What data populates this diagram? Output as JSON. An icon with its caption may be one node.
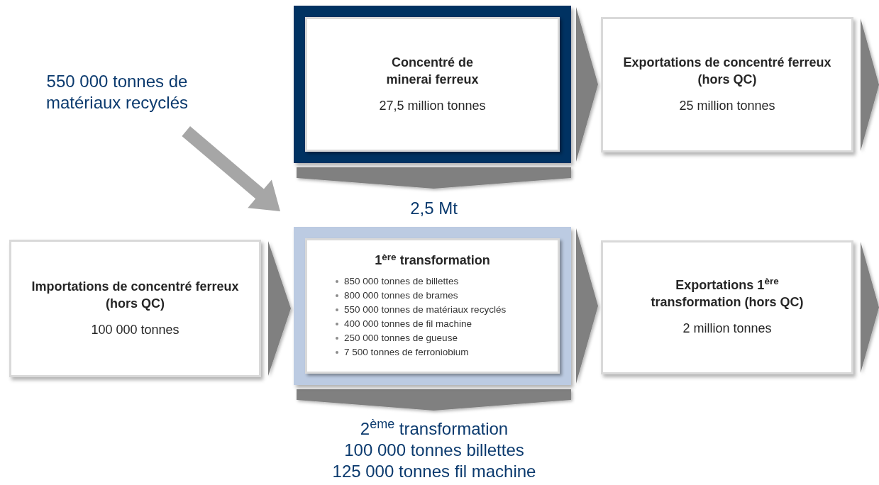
{
  "diagram": {
    "nodes": [
      {
        "text": [
          "550 000 tonnes de matériaux recyclés"
        ]
      },
      {
        "text": [
          "Concentré de minerai ferreux",
          "27,5 million tonnes"
        ]
      },
      {
        "text": [
          "Exportations de concentré ferreux (hors QC)",
          "25 million tonnes"
        ]
      },
      {
        "text": [
          "Importations de concentré ferreux  (hors QC)",
          "100 000 tonnes"
        ]
      },
      {
        "text": [
          "1$^{ère}$ transformation",
          "850 000 tonnes de billettes",
          "800 000 tonnes de brames",
          "550 000 tonnes de matériaux recyclés",
          "400 000 tonnes de fil machine",
          "250 000 tonnes de gueuse",
          "7 500 tonnes de ferroniobium"
        ]
      },
      {
        "text": [
          "Exportations 1$^{ère}$ transformation (hors QC)",
          "2 million tonnes"
        ]
      },
      {
        "text": [
          "2$^{ème}$ transformation",
          "100 000 tonnes billettes",
          "125 000 tonnes fil machine"
        ]
      }
    ],
    "edges": [
      {
        "from": 1,
        "to": 2,
        "arrow": "to"
      },
      {
        "from": 2,
        "to": null,
        "arrow": "to"
      },
      {
        "from": 1,
        "to": 4,
        "arrow": "to",
        "label": "2,5 Mt"
      },
      {
        "from": 0,
        "to": 4,
        "arrow": "to",
        "style": "thick",
        "color": "#a6a6a6"
      },
      {
        "from": 3,
        "to": 4,
        "arrow": "to"
      },
      {
        "from": 4,
        "to": 5,
        "arrow": "to"
      },
      {
        "from": 5,
        "to": null,
        "arrow": "to"
      },
      {
        "from": 4,
        "to": 6,
        "arrow": "to"
      }
    ]
  }
}
